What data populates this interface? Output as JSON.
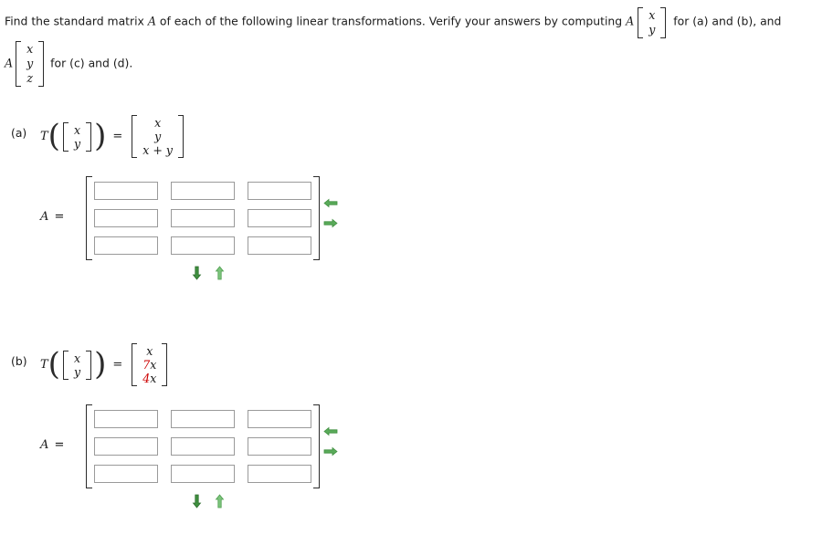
{
  "prompt": {
    "text_before_vector": "Find the standard matrix A of each of the following linear transformations. Verify your answers by computing A",
    "segment_1": "Find the standard matrix ",
    "italic_A_1": "A",
    "segment_2": " of each of the following linear transformations. Verify your answers by computing ",
    "italic_A_2": "A",
    "vector_2d": [
      "x",
      "y"
    ],
    "segment_3": " for (a) and (b), and",
    "italic_A_3": "A",
    "vector_3d": [
      "x",
      "y",
      "z"
    ],
    "segment_4": " for (c) and (d)."
  },
  "colors": {
    "accent_red": "#cc0000",
    "arrow_green_dark": "#3f8f3f",
    "arrow_green_light": "#6fbf6f",
    "bracket": "#2b2b2b",
    "input_border": "#9a9a9a",
    "background": "#ffffff"
  },
  "parts": [
    {
      "label": "(a)",
      "transform_symbol": "T",
      "input_vector": [
        "x",
        "y"
      ],
      "equals": "=",
      "output_vector": [
        {
          "coefficient": "",
          "variable": "x"
        },
        {
          "coefficient": "",
          "variable": "y"
        },
        {
          "coefficient": "",
          "variable": "x + y"
        }
      ],
      "answer_label_A": "A",
      "answer_label_equals": "=",
      "matrix": {
        "rows": 3,
        "cols": 3,
        "values": [
          [
            "",
            "",
            ""
          ],
          [
            "",
            "",
            ""
          ],
          [
            "",
            "",
            ""
          ]
        ],
        "placeholder": ""
      },
      "controls": {
        "left_arrow": "arrow-left-icon",
        "right_arrow": "arrow-right-icon",
        "down_arrow": "arrow-down-icon",
        "up_arrow": "arrow-up-icon"
      }
    },
    {
      "label": "(b)",
      "transform_symbol": "T",
      "input_vector": [
        "x",
        "y"
      ],
      "equals": "=",
      "output_vector": [
        {
          "coefficient": "",
          "variable": "x"
        },
        {
          "coefficient": "7",
          "variable": "x"
        },
        {
          "coefficient": "4",
          "variable": "x"
        }
      ],
      "answer_label_A": "A",
      "answer_label_equals": "=",
      "matrix": {
        "rows": 3,
        "cols": 3,
        "values": [
          [
            "",
            "",
            ""
          ],
          [
            "",
            "",
            ""
          ],
          [
            "",
            "",
            ""
          ]
        ],
        "placeholder": ""
      },
      "controls": {
        "left_arrow": "arrow-left-icon",
        "right_arrow": "arrow-right-icon",
        "down_arrow": "arrow-down-icon",
        "up_arrow": "arrow-up-icon"
      }
    }
  ]
}
